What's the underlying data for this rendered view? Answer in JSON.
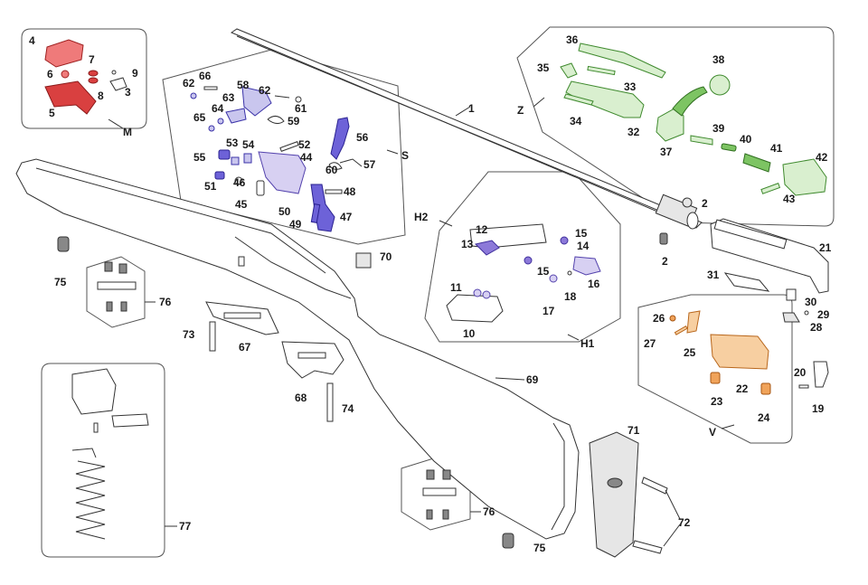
{
  "groups": {
    "M": "M",
    "S": "S",
    "Z": "Z",
    "H1": "H1",
    "H2": "H2",
    "V": "V"
  },
  "part_labels": {
    "p1": "1",
    "p2a": "2",
    "p2b": "2",
    "p3": "3",
    "p4": "4",
    "p5": "5",
    "p6": "6",
    "p7": "7",
    "p8": "8",
    "p9": "9",
    "p10": "10",
    "p11": "11",
    "p12": "12",
    "p13": "13",
    "p14": "14",
    "p15a": "15",
    "p15b": "15",
    "p16": "16",
    "p17": "17",
    "p18": "18",
    "p19": "19",
    "p20": "20",
    "p21": "21",
    "p22": "22",
    "p23": "23",
    "p24": "24",
    "p25": "25",
    "p26": "26",
    "p27": "27",
    "p28": "28",
    "p29": "29",
    "p30": "30",
    "p31": "31",
    "p32": "32",
    "p33": "33",
    "p34": "34",
    "p35": "35",
    "p36": "36",
    "p37": "37",
    "p38": "38",
    "p39": "39",
    "p40": "40",
    "p41": "41",
    "p42": "42",
    "p43": "43",
    "p44": "44",
    "p45": "45",
    "p46": "46",
    "p47": "47",
    "p48": "48",
    "p49": "49",
    "p50": "50",
    "p51": "51",
    "p52": "52",
    "p53": "53",
    "p54": "54",
    "p55": "55",
    "p56": "56",
    "p57": "57",
    "p58": "58",
    "p59": "59",
    "p60": "60",
    "p61": "61",
    "p62a": "62",
    "p62b": "62",
    "p63": "63",
    "p64": "64",
    "p65": "65",
    "p66": "66",
    "p67": "67",
    "p68": "68",
    "p69": "69",
    "p70": "70",
    "p71": "71",
    "p72": "72",
    "p73": "73",
    "p74": "74",
    "p75a": "75",
    "p75b": "75",
    "p76a": "76",
    "p76b": "76",
    "p77": "77"
  },
  "colors": {
    "group_M": "#ef7a7a",
    "group_S": "#6d62d8",
    "group_Z": "#7dc463",
    "group_H": "#8c79d9",
    "group_V": "#f0a35a"
  }
}
